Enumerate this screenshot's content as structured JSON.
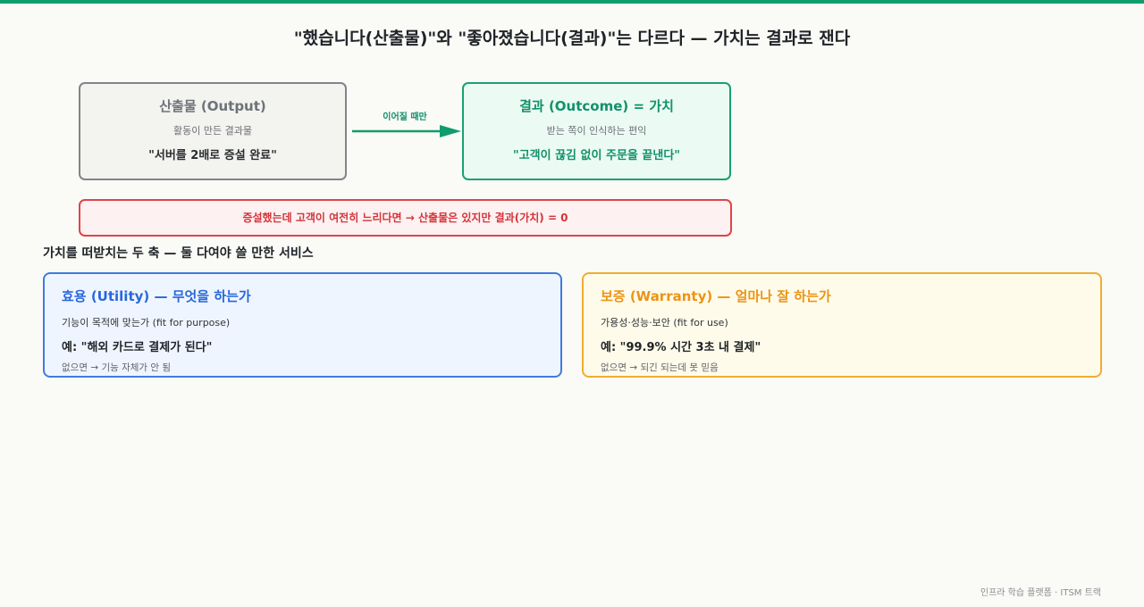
{
  "title": "\"했습니다(산출물)\"와 \"좋아졌습니다(결과)\"는 다르다 — 가치는 결과로 잰다",
  "output_box": {
    "heading": "산출물 (Output)",
    "subtitle": "활동이 만든 결과물",
    "example": "\"서버를 2배로 증설 완료\""
  },
  "connector": {
    "label": "이어질 때만"
  },
  "outcome_box": {
    "heading": "결과 (Outcome) = 가치",
    "subtitle": "받는 쪽이 인식하는 편익",
    "example": "\"고객이 끊김 없이 주문을 끝낸다\""
  },
  "warning": {
    "text": "증설했는데 고객이 여전히 느리다면 → 산출물은 있지만 결과(가치) = 0"
  },
  "section": {
    "heading": "가치를 떠받치는 두 축 — 둘 다여야 쓸 만한 서비스"
  },
  "utility": {
    "heading": "효용 (Utility) — 무엇을 하는가",
    "description": "기능이 목적에 맞는가 (fit for purpose)",
    "example": "예: \"해외 카드로 결제가 된다\"",
    "note": "없으면 → 기능 자체가 안 됨"
  },
  "warranty": {
    "heading": "보증 (Warranty) — 얼마나 잘 하는가",
    "description": "가용성·성능·보안 (fit for use)",
    "example": "예: \"99.9% 시간 3초 내 결제\"",
    "note": "없으면 → 되긴 되는데 못 믿음"
  },
  "footer": {
    "text": "인프라 학습 플랫폼 · ITSM 트랙"
  },
  "colors": {
    "accent_green": "#0f9d6e",
    "neutral_gray": "#80848b",
    "warning_red": "#e0434a",
    "utility_blue": "#3f7be0",
    "warranty_amber": "#f0ad30"
  }
}
